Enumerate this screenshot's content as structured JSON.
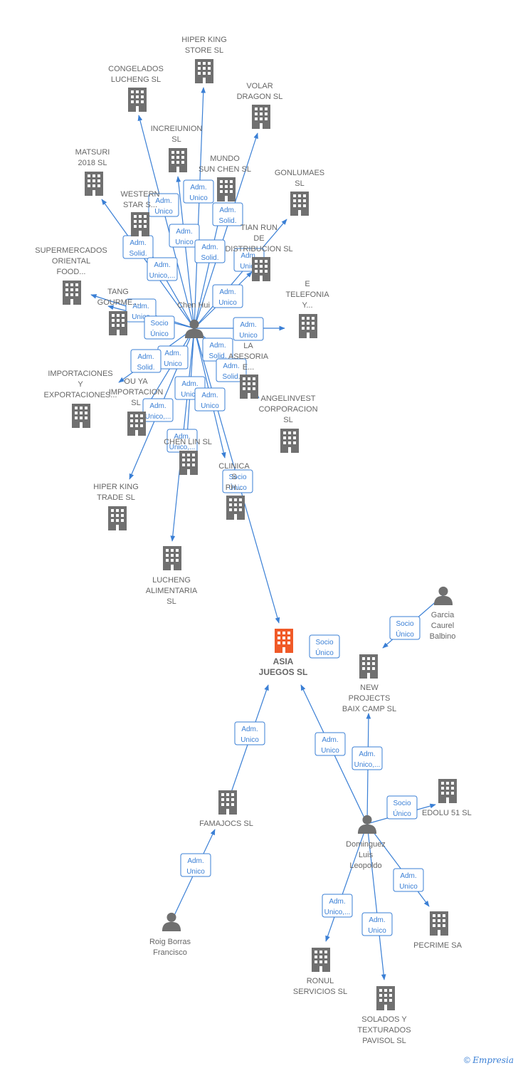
{
  "colors": {
    "edge": "#3a7fd5",
    "node": "#707070",
    "center": "#f05a28",
    "text": "#666666"
  },
  "nodes": [
    {
      "id": "hiper_king_store",
      "type": "company",
      "lines": [
        "HIPER KING",
        "STORE SL"
      ]
    },
    {
      "id": "congelados",
      "type": "company",
      "lines": [
        "CONGELADOS",
        "LUCHENG  SL"
      ]
    },
    {
      "id": "volar",
      "type": "company",
      "lines": [
        "VOLAR",
        "DRAGON SL"
      ]
    },
    {
      "id": "increiunion",
      "type": "company",
      "lines": [
        "INCREIUNION",
        "SL"
      ]
    },
    {
      "id": "matsuri",
      "type": "company",
      "lines": [
        "MATSURI",
        "2018  SL"
      ]
    },
    {
      "id": "mundo",
      "type": "company",
      "lines": [
        "MUNDO",
        "SUN CHEN SL"
      ]
    },
    {
      "id": "gonlumaes",
      "type": "company",
      "lines": [
        "GONLUMAES",
        "SL"
      ]
    },
    {
      "id": "western",
      "type": "company",
      "lines": [
        "WESTERN",
        "STAR S..."
      ]
    },
    {
      "id": "tian",
      "type": "company",
      "lines": [
        "TIAN RUN",
        "DE",
        "DISTRIBUCION SL"
      ]
    },
    {
      "id": "supermercados",
      "type": "company",
      "lines": [
        "SUPERMERCADOS",
        "ORIENTAL",
        "FOOD..."
      ]
    },
    {
      "id": "tang",
      "type": "company",
      "lines": [
        "TANG",
        "GOURME..."
      ]
    },
    {
      "id": "telefonia",
      "type": "company",
      "lines": [
        "E",
        "TELEFONIA",
        "Y..."
      ]
    },
    {
      "id": "chenhui",
      "type": "person",
      "lines": [
        "Chen Hui"
      ]
    },
    {
      "id": "asesoria",
      "type": "company",
      "lines": [
        "LA",
        "ASESORIA",
        "E..."
      ]
    },
    {
      "id": "importaciones",
      "type": "company",
      "lines": [
        "IMPORTACIONES",
        "Y",
        "EXPORTACIONES..."
      ]
    },
    {
      "id": "ouya",
      "type": "company",
      "lines": [
        "OU YA",
        "IMPORTACION",
        "SL"
      ]
    },
    {
      "id": "angelinvest",
      "type": "company",
      "lines": [
        "ANGELINVEST",
        "CORPORACION",
        "SL"
      ]
    },
    {
      "id": "chenlin",
      "type": "company",
      "lines": [
        "CHEN LIN SL"
      ]
    },
    {
      "id": "clinica",
      "type": "company",
      "lines": [
        "CLINICA",
        "S",
        "PH..."
      ]
    },
    {
      "id": "hiper_king_trade",
      "type": "company",
      "lines": [
        "HIPER KING",
        "TRADE  SL"
      ]
    },
    {
      "id": "lucheng",
      "type": "company",
      "lines": [
        "LUCHENG",
        "ALIMENTARIA",
        "SL"
      ]
    },
    {
      "id": "garcia",
      "type": "person",
      "lines": [
        "Garcia",
        "Caurel",
        "Balbino"
      ]
    },
    {
      "id": "asia",
      "type": "center",
      "lines": [
        "ASIA",
        "JUEGOS  SL"
      ]
    },
    {
      "id": "new_projects",
      "type": "company",
      "lines": [
        "NEW",
        "PROJECTS",
        "BAIX CAMP SL"
      ]
    },
    {
      "id": "edolu",
      "type": "company",
      "lines": [
        "EDOLU 51  SL"
      ]
    },
    {
      "id": "famajocs",
      "type": "company",
      "lines": [
        "FAMAJOCS SL"
      ]
    },
    {
      "id": "dominguez",
      "type": "person",
      "lines": [
        "Dominguez",
        "Luis",
        "Leopoldo"
      ]
    },
    {
      "id": "roig",
      "type": "person",
      "lines": [
        "Roig Borras",
        "Francisco"
      ]
    },
    {
      "id": "pecrime",
      "type": "company",
      "lines": [
        "PECRIME SA"
      ]
    },
    {
      "id": "ronul",
      "type": "company",
      "lines": [
        "RONUL",
        "SERVICIOS SL"
      ]
    },
    {
      "id": "solados",
      "type": "company",
      "lines": [
        "SOLADOS Y",
        "TEXTURADOS",
        "PAVISOL SL"
      ]
    }
  ],
  "badges": [
    {
      "lines": [
        "Adm.",
        "Unico"
      ]
    },
    {
      "lines": [
        "Adm.",
        "Unico"
      ]
    },
    {
      "lines": [
        "Adm.",
        "Solid."
      ]
    },
    {
      "lines": [
        "Adm.",
        "Unico"
      ]
    },
    {
      "lines": [
        "Adm.",
        "Solid."
      ]
    },
    {
      "lines": [
        "Adm.",
        "Solid."
      ]
    },
    {
      "lines": [
        "Adm.",
        "Unico"
      ]
    },
    {
      "lines": [
        "Adm.",
        "Unico,..."
      ]
    },
    {
      "lines": [
        "Adm.",
        "Unico"
      ]
    },
    {
      "lines": [
        "Adm.",
        "Unico"
      ]
    },
    {
      "lines": [
        "Socio",
        "Único"
      ]
    },
    {
      "lines": [
        "Adm.",
        "Unico"
      ]
    },
    {
      "lines": [
        "Adm.",
        "Solid."
      ]
    },
    {
      "lines": [
        "Adm.",
        "Unico"
      ]
    },
    {
      "lines": [
        "Adm.",
        "Solid."
      ]
    },
    {
      "lines": [
        "Adm.",
        "Solid."
      ]
    },
    {
      "lines": [
        "Adm.",
        "Unico"
      ]
    },
    {
      "lines": [
        "Adm.",
        "Unico"
      ]
    },
    {
      "lines": [
        "Adm.",
        "Unico,..."
      ]
    },
    {
      "lines": [
        "Adm.",
        "Unico,..."
      ]
    },
    {
      "lines": [
        "Socio",
        "Único"
      ]
    },
    {
      "lines": [
        "Socio",
        "Único"
      ]
    },
    {
      "lines": [
        "Socio",
        "Único"
      ]
    },
    {
      "lines": [
        "Adm.",
        "Unico"
      ]
    },
    {
      "lines": [
        "Adm.",
        "Unico"
      ]
    },
    {
      "lines": [
        "Adm.",
        "Unico,..."
      ]
    },
    {
      "lines": [
        "Socio",
        "Único"
      ]
    },
    {
      "lines": [
        "Adm.",
        "Unico"
      ]
    },
    {
      "lines": [
        "Adm.",
        "Unico"
      ]
    },
    {
      "lines": [
        "Adm.",
        "Unico,..."
      ]
    },
    {
      "lines": [
        "Adm.",
        "Unico"
      ]
    }
  ],
  "footer": {
    "copyright_symbol": "©",
    "brand": "Empresia"
  }
}
